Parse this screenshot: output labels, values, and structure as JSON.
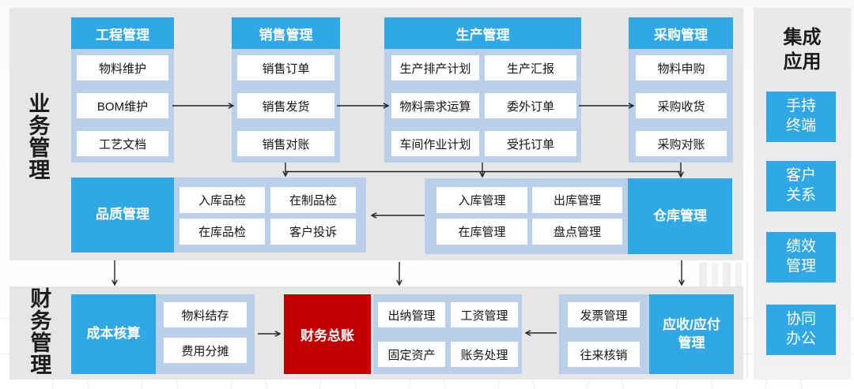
{
  "colors": {
    "blue": "#31A8E6",
    "light_blue": "#BAD0EA",
    "red": "#C00000",
    "panel_gray": "#E6E6E6"
  },
  "labels": {
    "business": "业务管理",
    "finance": "财务管理"
  },
  "top_columns": {
    "engineering": {
      "title": "工程管理",
      "items": [
        "物料维护",
        "BOM维护",
        "工艺文档"
      ]
    },
    "sales": {
      "title": "销售管理",
      "items": [
        "销售订单",
        "销售发货",
        "销售对账"
      ]
    },
    "production": {
      "title": "生产管理",
      "left_items": [
        "生产排产计划",
        "物料需求运算",
        "车间作业计划"
      ],
      "right_items": [
        "生产汇报",
        "委外订单",
        "受托订单"
      ]
    },
    "purchasing": {
      "title": "采购管理",
      "items": [
        "物料申购",
        "采购收货",
        "采购对账"
      ]
    }
  },
  "middle_row": {
    "quality": {
      "title": "品质管理",
      "items": [
        "入库品检",
        "在制品检",
        "在库品检",
        "客户投诉"
      ]
    },
    "warehouse": {
      "title": "仓库管理",
      "items": [
        "入库管理",
        "出库管理",
        "在库管理",
        "盘点管理"
      ]
    }
  },
  "finance_row": {
    "cost": {
      "title": "成本核算",
      "items": [
        "物料结存",
        "费用分摊"
      ]
    },
    "general_ledger": {
      "title": "财务总账"
    },
    "accounting": {
      "items": [
        "出纳管理",
        "工资管理",
        "固定资产",
        "账务处理"
      ]
    },
    "receivable_payable": {
      "title": "应收/应付管理",
      "items": [
        "发票管理",
        "往来核销"
      ]
    }
  },
  "right_panel": {
    "title": "集成应用",
    "items": [
      "手持终端",
      "客户关系",
      "绩效管理",
      "协同办公"
    ]
  }
}
